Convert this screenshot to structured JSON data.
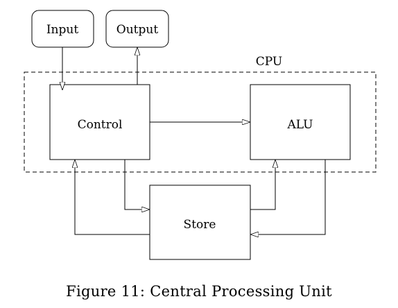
{
  "diagram": {
    "cpu_label": "CPU",
    "nodes": {
      "input": "Input",
      "output": "Output",
      "control": "Control",
      "alu": "ALU",
      "store": "Store"
    }
  },
  "caption": "Figure 11: Central Processing Unit"
}
